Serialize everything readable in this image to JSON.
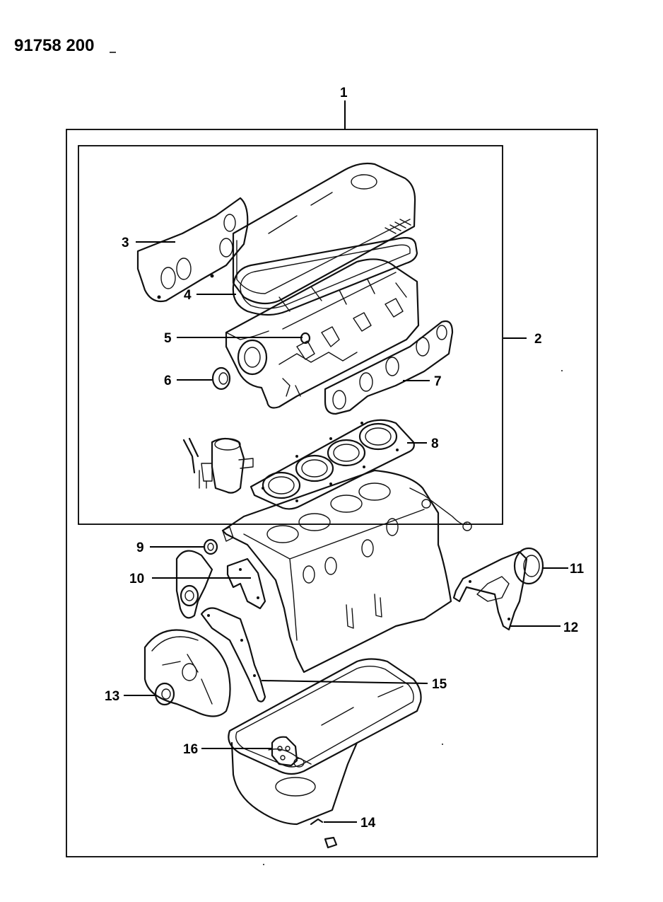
{
  "document_number": "91758 200",
  "callouts": {
    "c1": "1",
    "c2": "2",
    "c3": "3",
    "c4": "4",
    "c5": "5",
    "c6": "6",
    "c7": "7",
    "c8": "8",
    "c9": "9",
    "c10": "10",
    "c11": "11",
    "c12": "12",
    "c13": "13",
    "c14": "14",
    "c15": "15",
    "c16": "16"
  }
}
